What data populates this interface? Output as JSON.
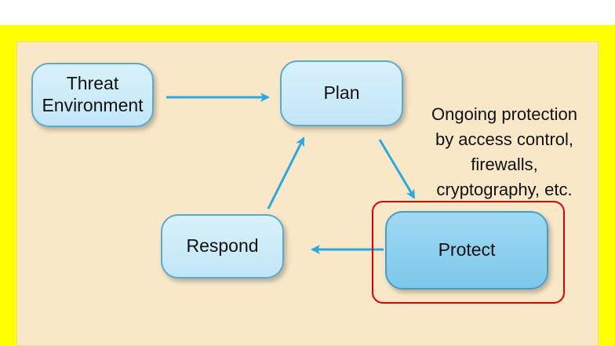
{
  "diagram": {
    "nodes": {
      "threat": {
        "line1": "Threat",
        "line2": "Environment"
      },
      "plan": {
        "label": "Plan"
      },
      "protect": {
        "label": "Protect"
      },
      "respond": {
        "label": "Respond"
      }
    },
    "note": "Ongoing protection\nby access control,\nfirewalls,\ncryptography, etc.",
    "colors": {
      "frame": "#ffff00",
      "background": "#f8e8c8",
      "node_fill": "#c2e6f7",
      "node_border": "#5aaad0",
      "arrow": "#2aa8e0",
      "highlight": "#e00000"
    },
    "edges": [
      {
        "from": "threat",
        "to": "plan"
      },
      {
        "from": "plan",
        "to": "protect"
      },
      {
        "from": "protect",
        "to": "respond"
      },
      {
        "from": "respond",
        "to": "plan"
      }
    ]
  }
}
